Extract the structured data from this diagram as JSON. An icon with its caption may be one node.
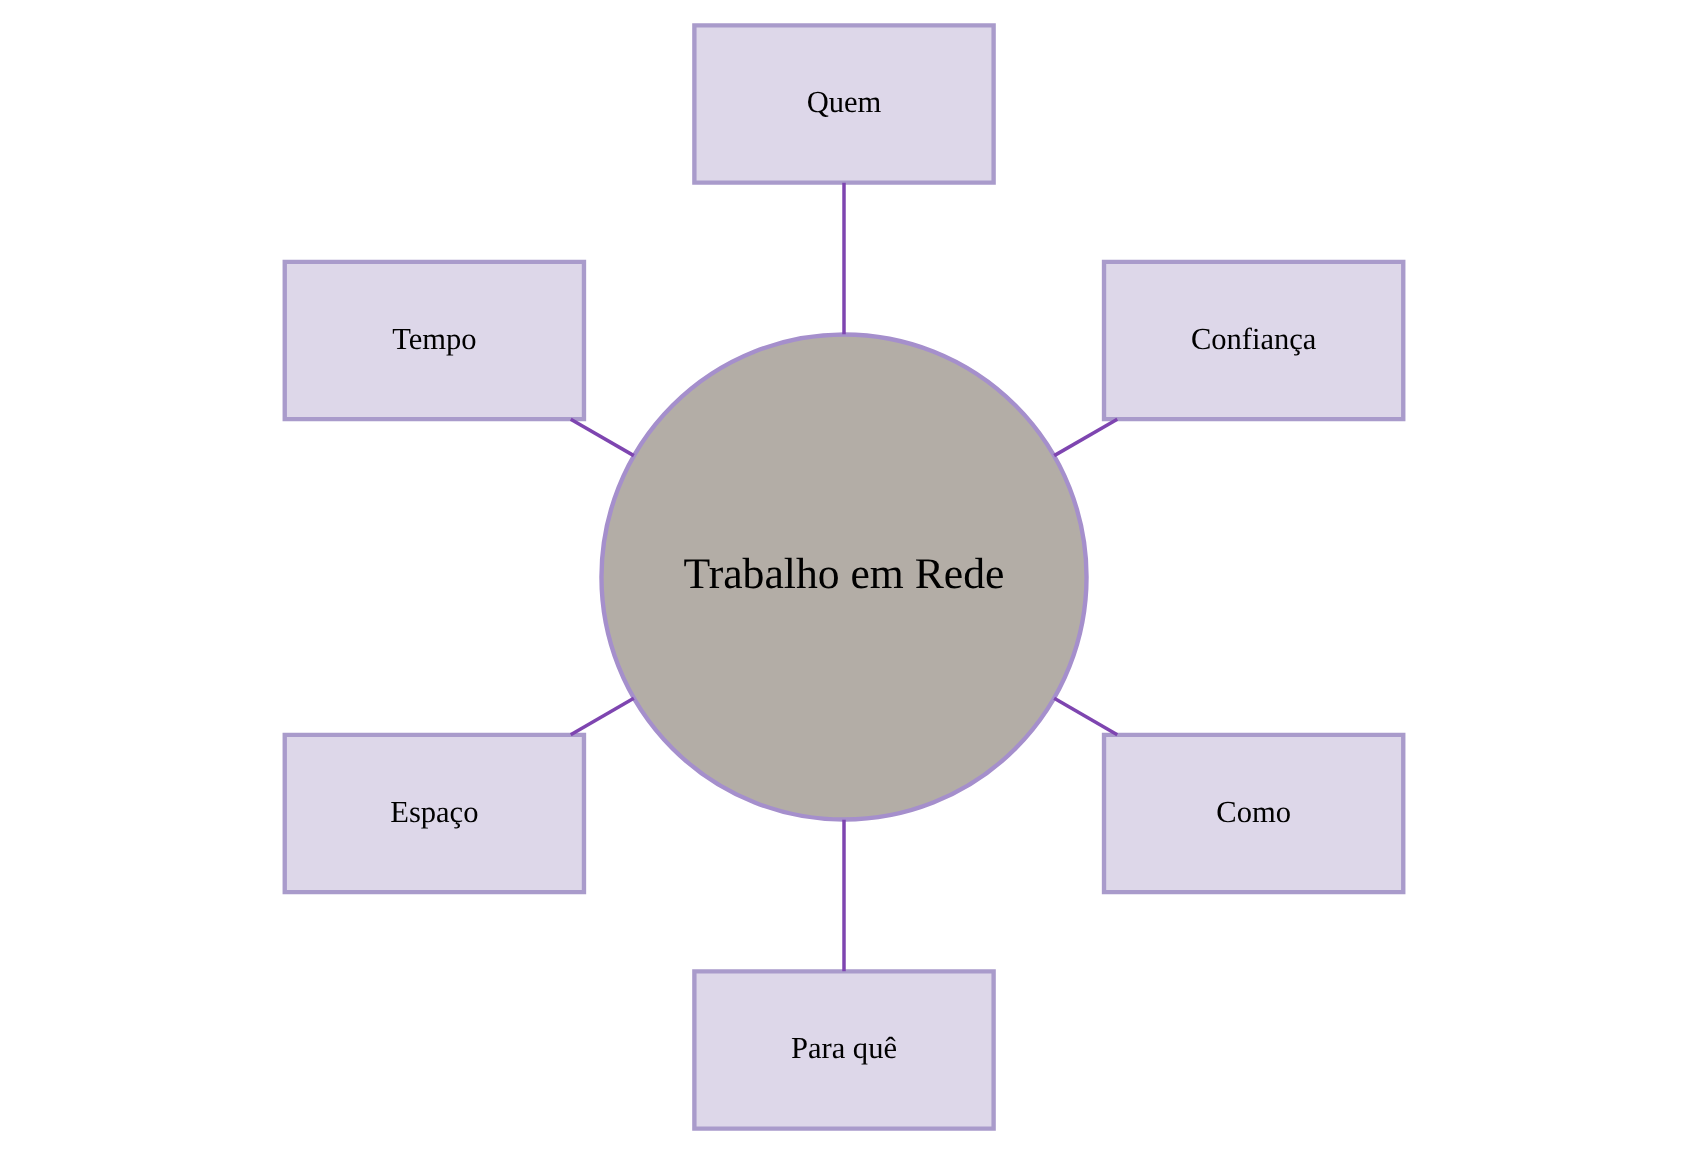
{
  "diagram": {
    "nodes": [
      {
        "text": [
          "Trabalho em Rede"
        ]
      },
      {
        "text": [
          "Confiança"
        ]
      },
      {
        "text": [
          "Quem"
        ]
      },
      {
        "text": [
          "Tempo"
        ]
      },
      {
        "text": [
          "Espaço"
        ]
      },
      {
        "text": [
          "Para quê"
        ]
      },
      {
        "text": [
          "Como"
        ]
      }
    ],
    "edges": [
      {
        "from": 0,
        "to": 1,
        "arrow": "none"
      },
      {
        "from": 0,
        "to": 2,
        "arrow": "none"
      },
      {
        "from": 0,
        "to": 3,
        "arrow": "none"
      },
      {
        "from": 0,
        "to": 4,
        "arrow": "none"
      },
      {
        "from": 0,
        "to": 5,
        "arrow": "none"
      },
      {
        "from": 0,
        "to": 6,
        "arrow": "none"
      }
    ]
  }
}
